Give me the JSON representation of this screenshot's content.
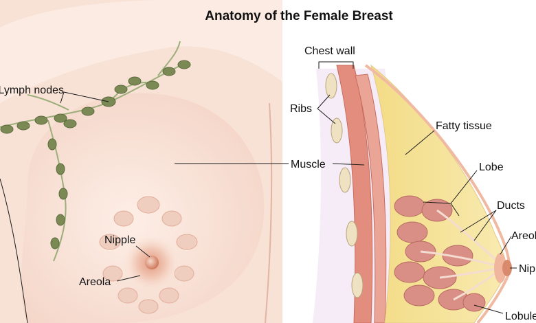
{
  "title": "Anatomy of the Female Breast",
  "labels": {
    "lymph_nodes": "Lymph nodes",
    "nipple_left": "Nipple",
    "areola_left": "Areola",
    "chest_wall": "Chest wall",
    "ribs": "Ribs",
    "muscle": "Muscle",
    "fatty_tissue": "Fatty tissue",
    "lobe": "Lobe",
    "ducts": "Ducts",
    "areola_right": "Areola",
    "nipple_right": "Nipple",
    "lobules": "Lobules"
  },
  "colors": {
    "skin_light": "#fbe7dc",
    "skin_mid": "#f2cdbb",
    "fat_yellow": "#f6e49a",
    "muscle_red": "#e38d7e",
    "rib_bone": "#efe2c2",
    "lymph_node": "#7b8a55",
    "lobule_pink": "#d98f86",
    "nipple_brown": "#d98a6c"
  }
}
